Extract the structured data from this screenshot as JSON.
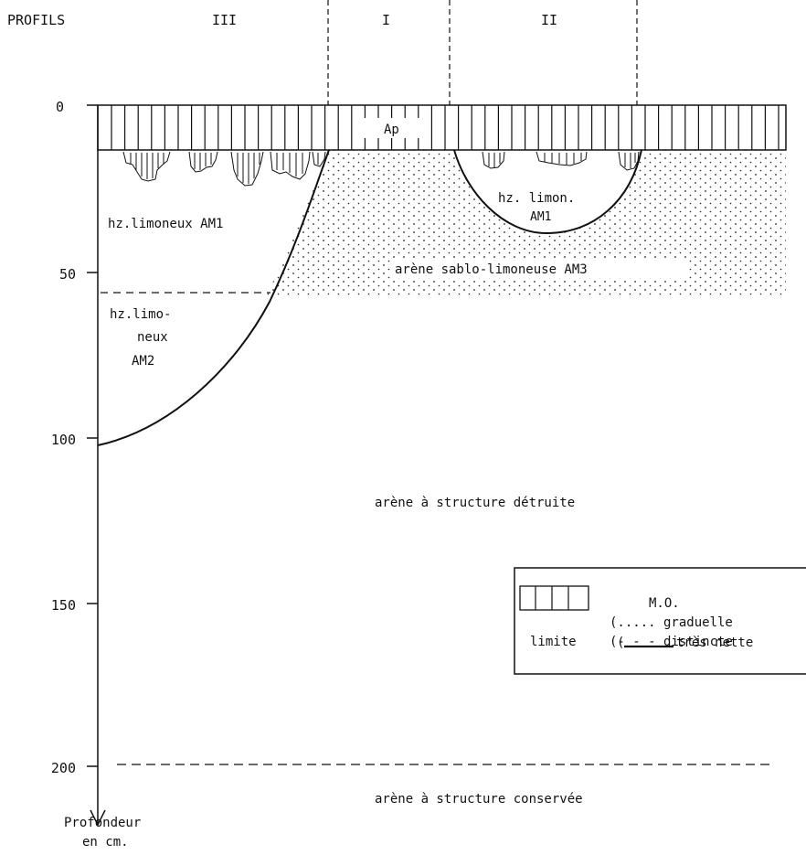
{
  "header": {
    "profils_label": "PROFILS",
    "profile_iii": "III",
    "profile_i": "I",
    "profile_ii": "II"
  },
  "depth_axis": {
    "ticks": [
      "0",
      "50",
      "100",
      "150",
      "200"
    ],
    "title_line1": "Profondeur",
    "title_line2": "en cm."
  },
  "horizons": {
    "ap": "Ap",
    "am1_left": "hz.limoneux AM1",
    "am2_line1": "hz.limo-",
    "am2_line2": "neux",
    "am2_line3": "AM2",
    "am1_right_line1": "hz. limon.",
    "am1_right_line2": "AM1",
    "am3": "arène sablo-limoneuse AM3",
    "detruite": "arène à structure détruite",
    "conservee": "arène à structure conservée"
  },
  "legend": {
    "mo": "M.O.",
    "graduelle": "(..... graduelle",
    "distincte": "(- - - distincte",
    "tres_nette_paren": "(",
    "tres_nette": "très nette",
    "limite": "limite"
  }
}
